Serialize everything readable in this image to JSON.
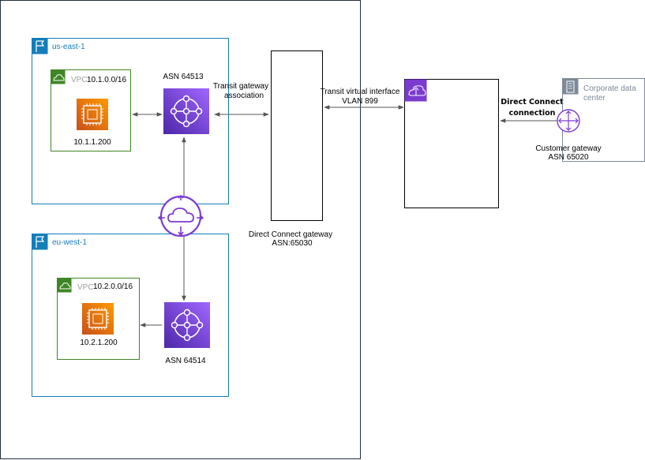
{
  "regions": [
    {
      "name": "us-east-1"
    },
    {
      "name": "eu-west-1"
    }
  ],
  "vpcs": [
    {
      "label": "VPC",
      "cidr": "10.1.0.0/16",
      "instance_ip": "10.1.1.200"
    },
    {
      "label": "VPC",
      "cidr": "10.2.0.0/16",
      "instance_ip": "10.2.1.200"
    }
  ],
  "transit_gateways": [
    {
      "asn": "ASN 64513"
    },
    {
      "asn": "ASN 64514"
    }
  ],
  "tgw_association": {
    "line1": "Transit gateway",
    "line2": "association"
  },
  "transit_vif": {
    "line1": "Transit virtual interface",
    "line2": "VLAN 899"
  },
  "dx_gateway": {
    "line1": "Direct Connect gateway",
    "line2": "ASN:65030"
  },
  "dx_connection": {
    "line1": "Direct Connect",
    "line2": "connection"
  },
  "corporate_dc": {
    "line1": "Corporate data",
    "line2": "center"
  },
  "customer_gateway": {
    "line1": "Customer gateway",
    "line2": "ASN 65020"
  },
  "colors": {
    "region_border": "#147eba",
    "vpc_border": "#3f8624",
    "ec2_orange": "#d86613",
    "tgw_purple": "#7b3bd0",
    "dc_border": "#7d8998",
    "line": "#545454"
  },
  "icons": [
    "flag-icon",
    "vpc-cloud-icon",
    "ec2-chip-icon",
    "transit-gateway-icon",
    "peering-cloud-icon",
    "direct-connect-location-icon",
    "building-icon",
    "router-icon"
  ]
}
